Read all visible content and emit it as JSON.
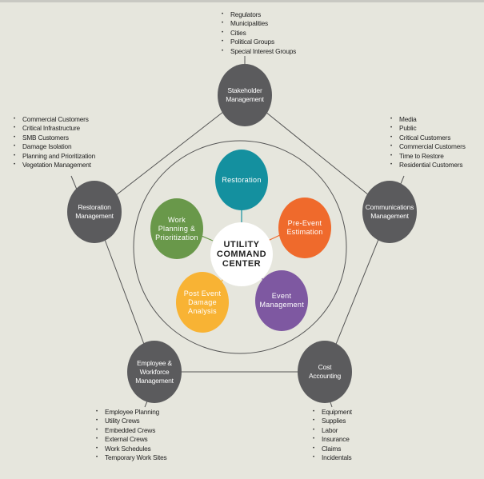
{
  "center": {
    "label_line1": "UTILITY",
    "label_line2": "COMMAND",
    "label_line3": "CENTER"
  },
  "inner_nodes": [
    {
      "label": "Restoration",
      "color": "#14909f"
    },
    {
      "label": "Pre-Event Estimation",
      "color": "#ef6a2c"
    },
    {
      "label": "Event Management",
      "color": "#7e58a1"
    },
    {
      "label": "Post Event Damage Analysis",
      "color": "#f8b334"
    },
    {
      "label": "Work Planning & Prioritization",
      "color": "#69984a"
    }
  ],
  "outer_nodes": [
    {
      "label": "Stakeholder Management",
      "items": [
        "Regulators",
        "Municipalities",
        "Cities",
        "Political Groups",
        "Special Interest Groups"
      ]
    },
    {
      "label": "Communications Management",
      "items": [
        "Media",
        "Public",
        "Critical Customers",
        "Commercial Customers",
        "Time to Restore",
        "Residential Customers"
      ]
    },
    {
      "label": "Cost Accounting",
      "items": [
        "Equipment",
        "Supplies",
        "Labor",
        "Insurance",
        "Claims",
        "Incidentals"
      ]
    },
    {
      "label": "Employee & Workforce Management",
      "items": [
        "Employee Planning",
        "Utility Crews",
        "Embedded Crews",
        "External Crews",
        "Work Schedules",
        "Temporary Work Sites"
      ]
    },
    {
      "label": "Restoration Management",
      "items": [
        "Commercial Customers",
        "Critical Infrastructure",
        "SMB Customers",
        "Damage Isolation",
        "Planning and Prioritization",
        "Vegetation Management"
      ]
    }
  ]
}
